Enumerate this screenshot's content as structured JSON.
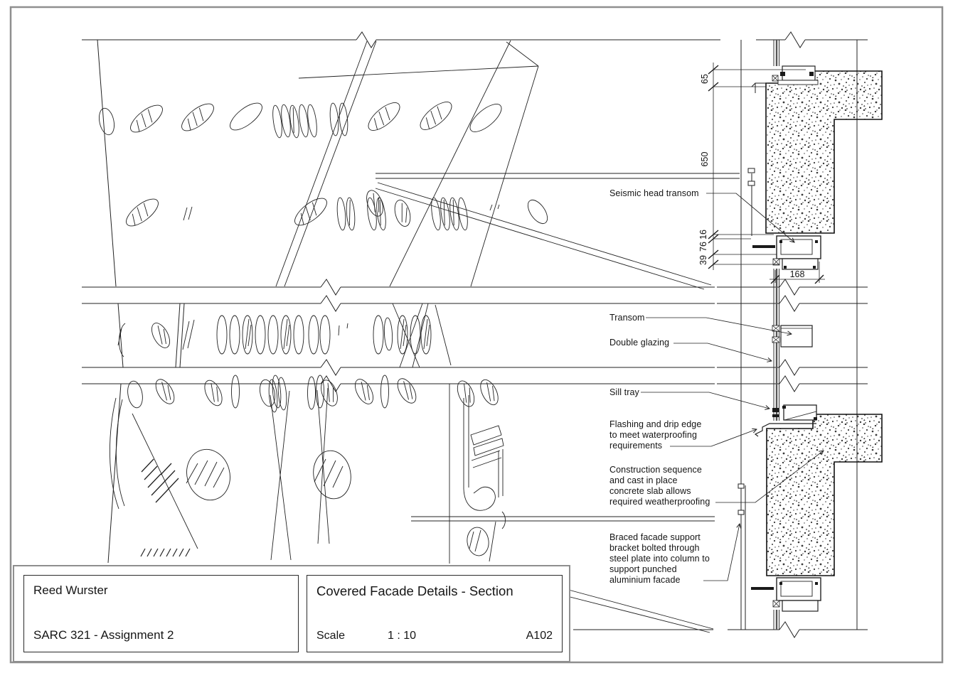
{
  "title_block": {
    "author": "Reed Wurster",
    "course": "SARC 321 - Assignment 2",
    "drawing_title": "Covered Facade Details - Section",
    "scale_label": "Scale",
    "scale_value": "1 : 10",
    "sheet_number": "A102"
  },
  "annotations": {
    "seismic_head_transom": "Seismic head transom",
    "transom": "Transom",
    "double_glazing": "Double glazing",
    "sill_tray": "Sill tray",
    "flashing": "Flashing and drip edge\nto meet waterproofing\nrequirements",
    "construction": "Construction sequence\nand cast in place\nconcrete slab allows\nrequired weatherproofing",
    "braced_support": "Braced facade support\nbracket bolted through\nsteel plate into column to\nsupport punched\naluminium facade"
  },
  "dimensions": {
    "d65": "65",
    "d650": "650",
    "d16": "16",
    "d76": "76",
    "d39": "39",
    "d168": "168"
  },
  "colors": {
    "line": "#1f1f1f",
    "border_gray": "#8f8f8f",
    "glass_gray": "#555555"
  }
}
